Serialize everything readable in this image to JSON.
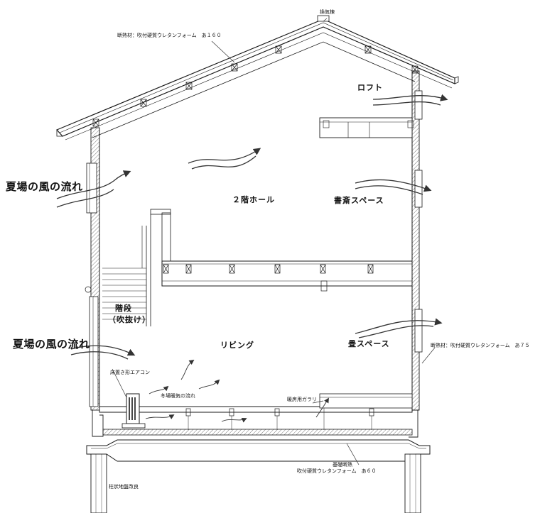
{
  "labels": {
    "vent": "換気棟",
    "roof_insulation": "断熱材：吹付硬質ウレタンフォーム　あ１６０",
    "loft": "ロフト",
    "summer_wind_upper": "夏場の風の流れ",
    "hall_2f": "２階ホール",
    "study": "書斎スペース",
    "stairs": "階段",
    "stairs_sub": "（吹抜け）",
    "summer_wind_lower": "夏場の風の流れ",
    "living": "リビング",
    "tatami": "畳スペース",
    "wall_insulation": "断熱材：吹付硬質ウレタンフォーム　あ７５",
    "aircon": "床置き形エアコン",
    "winter_heat": "冬場暖気の流れ",
    "gallery": "暖房用ガラリ",
    "foundation_insulation_1": "基礎断熱",
    "foundation_insulation_2": "吹付硬質ウレタンフォーム　あ６０",
    "pile": "柱状地盤改良"
  },
  "colors": {
    "line": "#1a1a1a",
    "hatch": "#555555",
    "background": "#ffffff"
  }
}
